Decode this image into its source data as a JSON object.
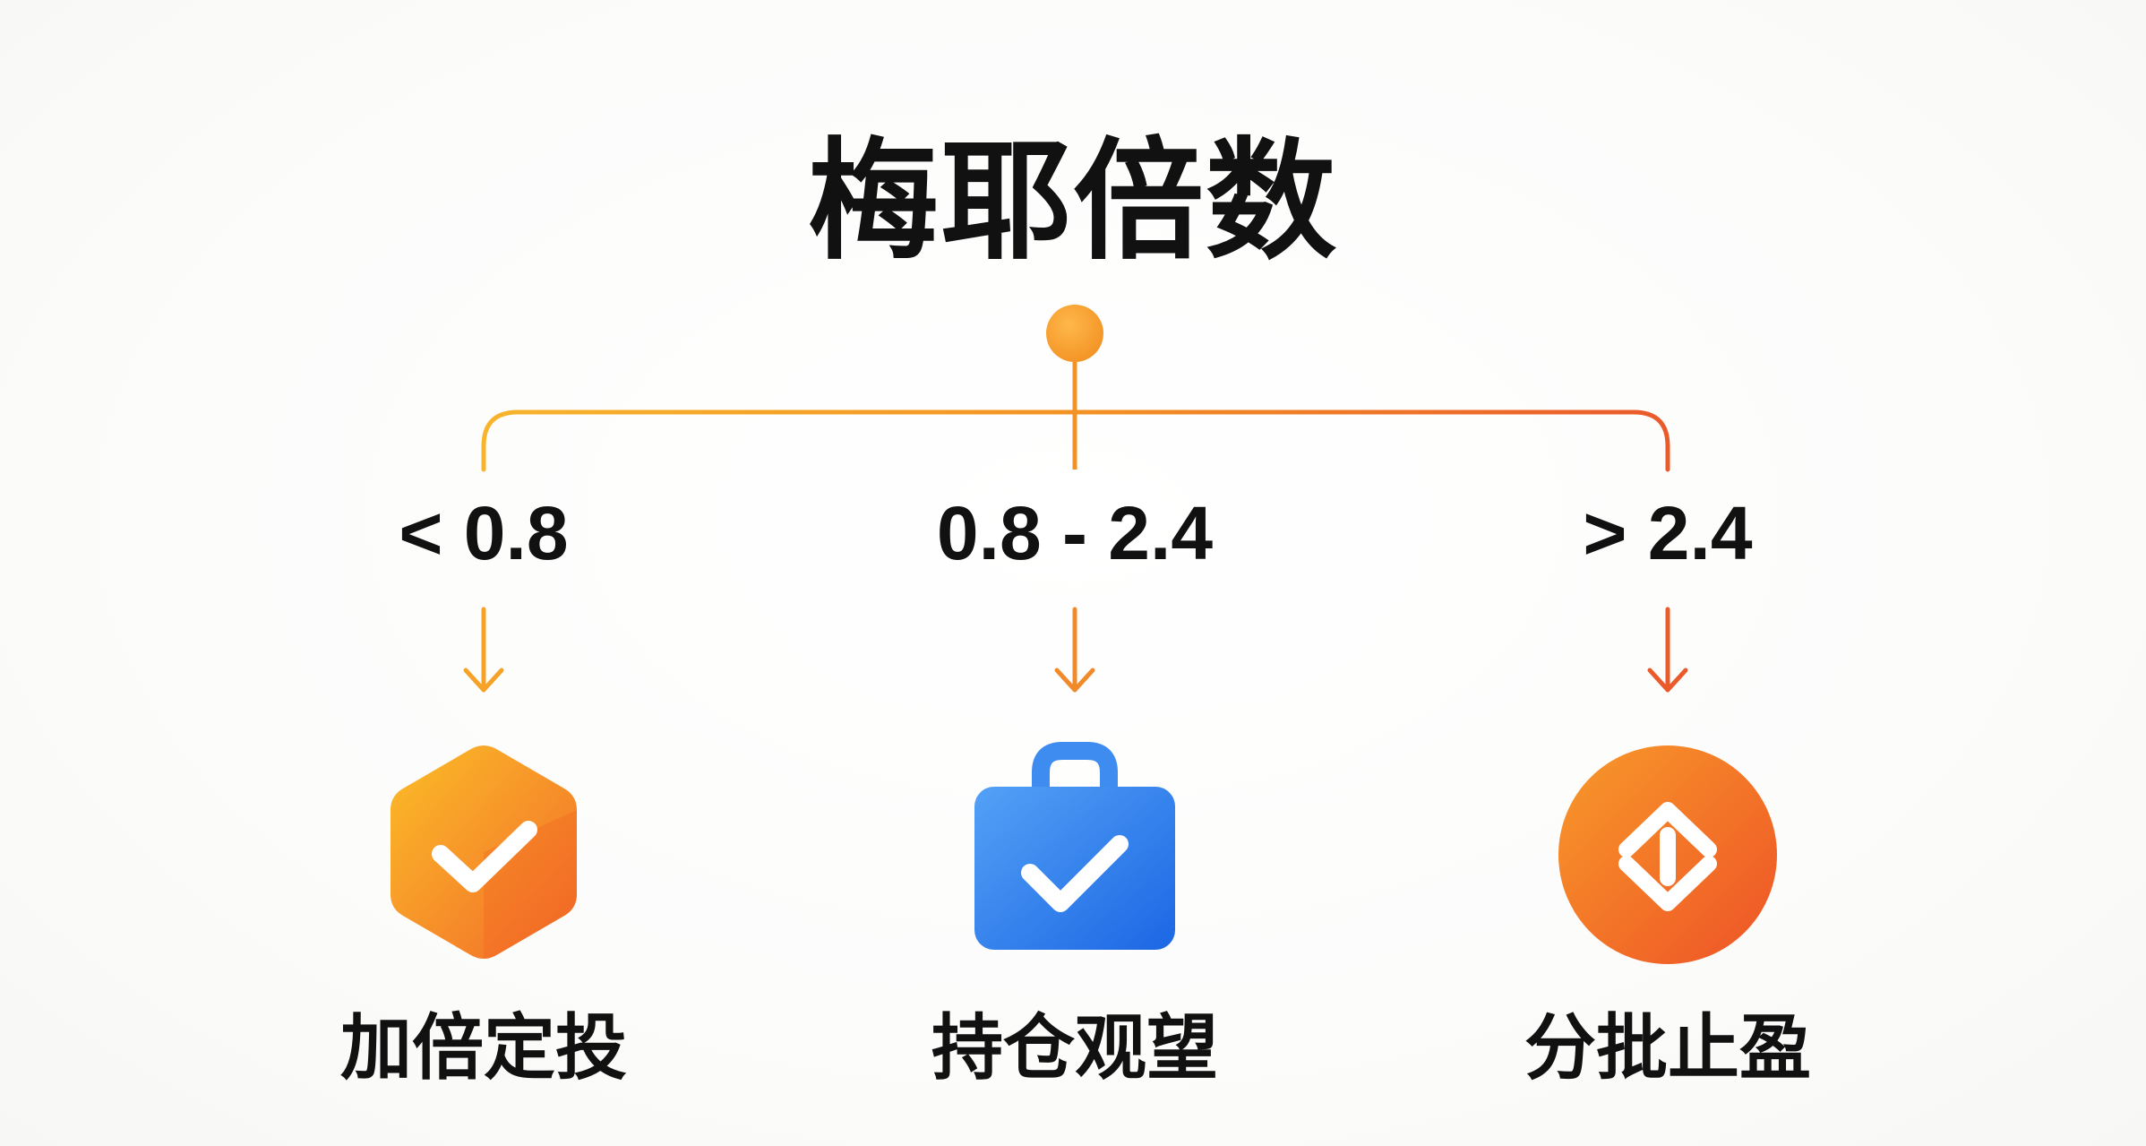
{
  "diagram": {
    "title": "梅耶倍数",
    "colors": {
      "gradient_start": "#f7b42c",
      "gradient_mid": "#f39224",
      "gradient_end": "#ea5a2b",
      "blue_start": "#4f9cf5",
      "blue_end": "#1e6be6",
      "text": "#111111"
    },
    "branches": [
      {
        "range": "< 0.8",
        "action": "加倍定投",
        "icon": "hexagon-check-icon"
      },
      {
        "range": "0.8 - 2.4",
        "action": "持仓观望",
        "icon": "briefcase-check-icon"
      },
      {
        "range": "> 2.4",
        "action": "分批止盈",
        "icon": "circle-up-down-icon"
      }
    ]
  }
}
